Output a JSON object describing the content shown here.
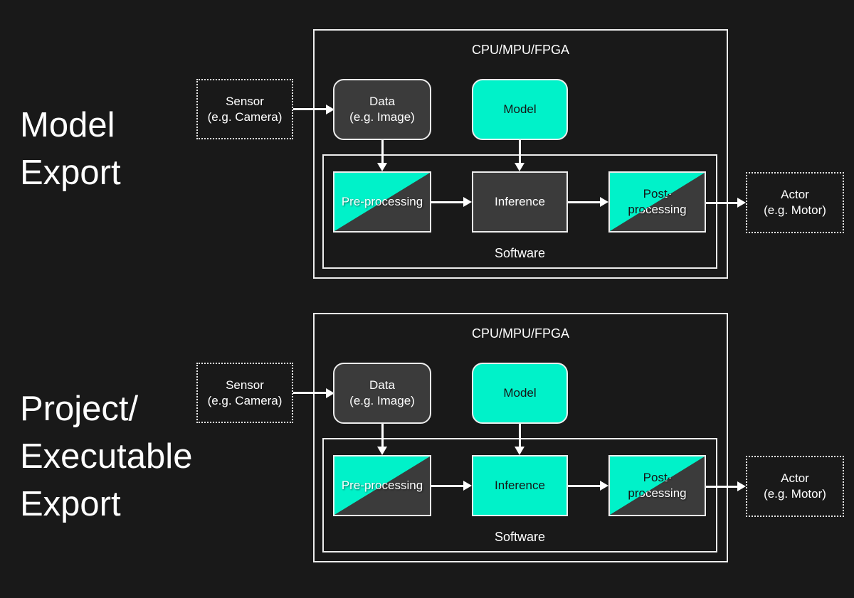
{
  "colors": {
    "background": "#191919",
    "accent": "#00F2C9",
    "box_dark": "#3B3B3B",
    "border": "#EDEDED",
    "text_light": "#FFFFFF",
    "text_dark": "#151515"
  },
  "diagrams": [
    {
      "title": [
        "Model",
        "Export"
      ],
      "hardware_label": "CPU/MPU/FPGA",
      "software_label": "Software",
      "sensor": {
        "line1": "Sensor",
        "line2": "(e.g. Camera)"
      },
      "data": {
        "line1": "Data",
        "line2": "(e.g. Image)"
      },
      "model_label": "Model",
      "pre_label": "Pre-processing",
      "inference_label": "Inference",
      "post": {
        "line1": "Post-",
        "line2": "processing"
      },
      "actor": {
        "line1": "Actor",
        "line2": "(e.g. Motor)"
      }
    },
    {
      "title": [
        "Project/",
        "Executable",
        "Export"
      ],
      "hardware_label": "CPU/MPU/FPGA",
      "software_label": "Software",
      "sensor": {
        "line1": "Sensor",
        "line2": "(e.g. Camera)"
      },
      "data": {
        "line1": "Data",
        "line2": "(e.g. Image)"
      },
      "model_label": "Model",
      "pre_label": "Pre-processing",
      "inference_label": "Inference",
      "post": {
        "line1": "Post-",
        "line2": "processing"
      },
      "actor": {
        "line1": "Actor",
        "line2": "(e.g. Motor)"
      }
    }
  ]
}
